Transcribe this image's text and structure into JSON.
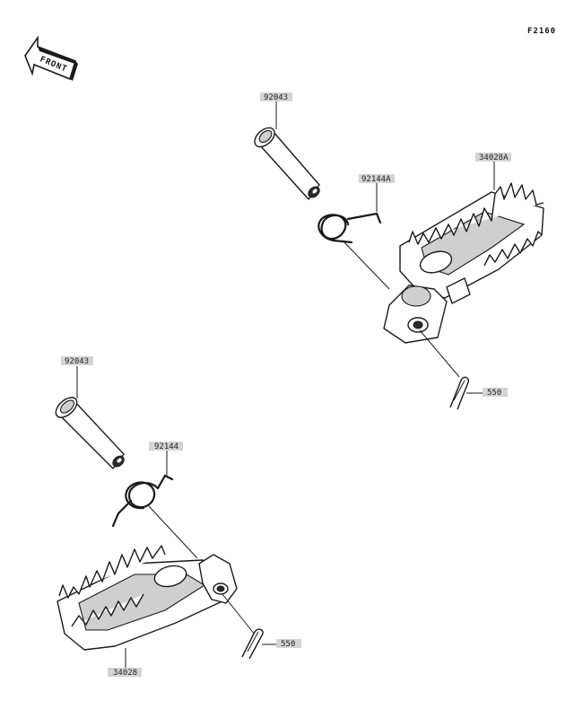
{
  "figure_code": "F2160",
  "front_arrow_label": "FRONT",
  "callouts": {
    "pin_upper": "92043",
    "spring_upper": "92144A",
    "footpeg_upper": "34028A",
    "cotter_upper": "550",
    "pin_lower": "92043",
    "spring_lower": "92144",
    "footpeg_lower": "34028",
    "cotter_lower": "550"
  }
}
